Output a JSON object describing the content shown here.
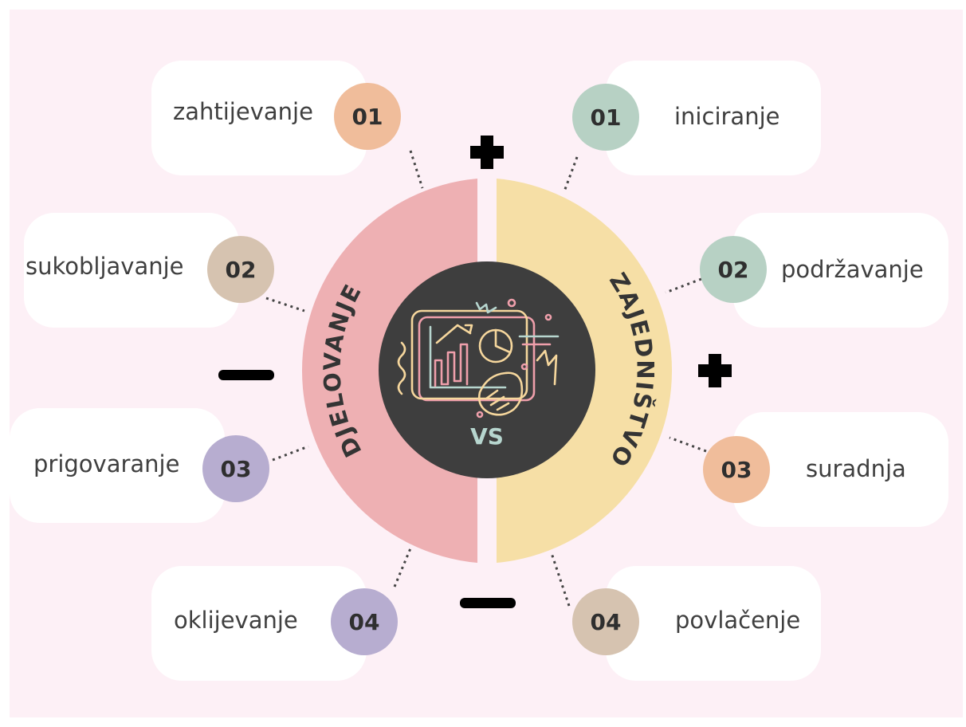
{
  "left_group": {
    "title": "DJELOVANJE",
    "color": "#eeb0b3",
    "items": [
      {
        "num": "01",
        "label": "zahtijevanje",
        "color": "#f0bd9b"
      },
      {
        "num": "02",
        "label": "sukobljavanje",
        "color": "#d6c3b0"
      },
      {
        "num": "03",
        "label": "prigovaranje",
        "color": "#b7add0"
      },
      {
        "num": "04",
        "label": "oklijevanje",
        "color": "#b7add0"
      }
    ]
  },
  "right_group": {
    "title": "ZAJEDNIŠTVO",
    "color": "#f6dfa6",
    "items": [
      {
        "num": "01",
        "label": "iniciranje",
        "color": "#b7d1c4"
      },
      {
        "num": "02",
        "label": "podržavanje",
        "color": "#b7d1c4"
      },
      {
        "num": "03",
        "label": "suradnja",
        "color": "#f0bd9b"
      },
      {
        "num": "04",
        "label": "povlačenje",
        "color": "#d6c3b0"
      }
    ]
  },
  "center": {
    "vs_label": "VS",
    "icon": "presentation-board-icon",
    "circle_color": "#3e3e3e"
  },
  "signs": {
    "plus_symbol": "+",
    "minus_symbol": "−"
  },
  "colors": {
    "background": "#fdf0f6",
    "card": "#ffffff"
  }
}
